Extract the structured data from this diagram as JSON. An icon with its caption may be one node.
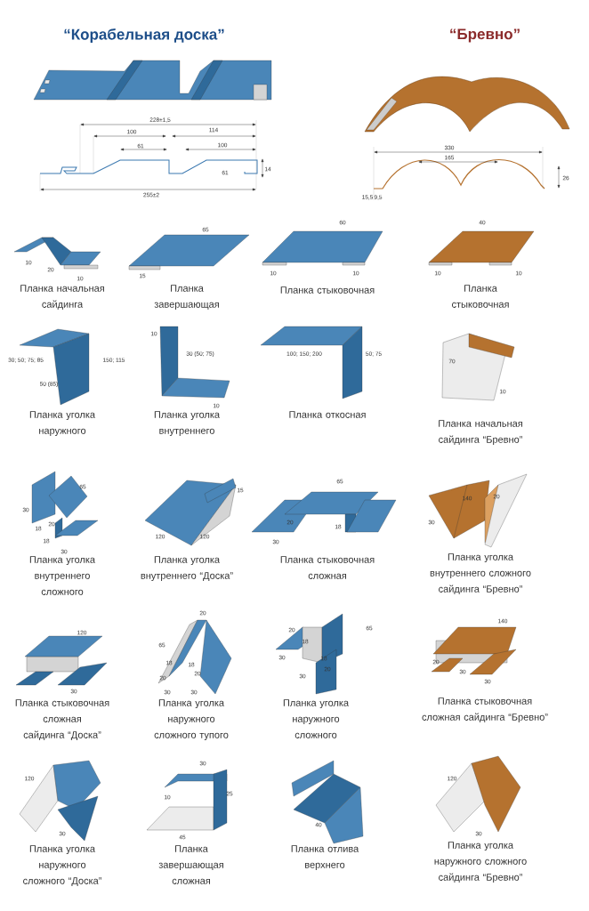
{
  "diagram": {
    "labels": [
      "“Корабельная доска”",
      "“Бревно”",
      "228±1,5",
      "100",
      "114",
      "61",
      "100",
      "14",
      "61",
      "255±2",
      "330",
      "165",
      "26",
      "15,5",
      "9,5",
      "10",
      "20",
      "10",
      "Планка начальная сайдинга",
      "65",
      "15",
      "Планка завершающая",
      "60",
      "10",
      "10",
      "Планка стыковочная",
      "40",
      "10",
      "10",
      "Планка стыковочная",
      "30; 50; 75; 85",
      "150; 115",
      "50 (85)",
      "Планка уголка наружного",
      "10",
      "30 (50; 75)",
      "10",
      "Планка уголка внутреннего",
      "100; 150; 200",
      "50; 75",
      "Планка откосная",
      "70",
      "10",
      "Планка начальная сайдинга “Бревно”",
      "65",
      "30",
      "20",
      "18",
      "18",
      "30",
      "Планка уголка внутреннего сложного",
      "15",
      "120",
      "120",
      "Планка уголка внутреннего “Доска”",
      "65",
      "20",
      "18",
      "30",
      "Планка стыковочная сложная",
      "140",
      "20",
      "30",
      "Планка уголка внутреннего сложного сайдинга “Бревно”",
      "120",
      "30",
      "Планка стыковочная сложная сайдинга “Доска”",
      "20",
      "65",
      "18",
      "18",
      "20",
      "20",
      "30",
      "30",
      "Планка уголка наружного сложного тупого",
      "20",
      "18",
      "65",
      "30",
      "18",
      "20",
      "30",
      "Планка уголка наружного сложного",
      "140",
      "20",
      "30",
      "30",
      "Планка стыковочная сложная сайдинга “Бревно”",
      "120",
      "30",
      "Планка уголка наружного сложного “Доска”",
      "30",
      "10",
      "25",
      "45",
      "Планка завершающая сложная",
      "40",
      "Планка отлива верхнего",
      "120",
      "30",
      "Планка уголка наружного сложного сайдинга “Бревно”"
    ]
  }
}
